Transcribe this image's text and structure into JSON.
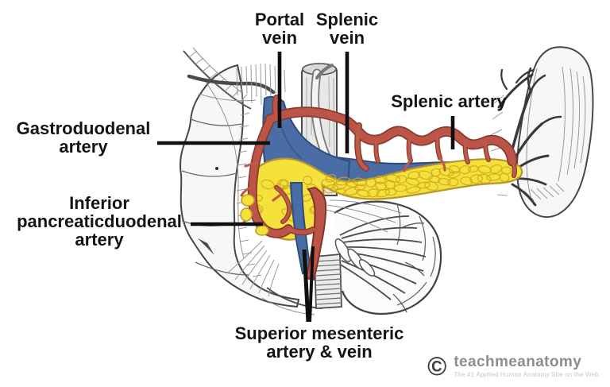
{
  "figure_labels": {
    "portal_vein": [
      "Portal",
      "vein"
    ],
    "splenic_vein": [
      "Splenic",
      "vein"
    ],
    "splenic_artery": [
      "Splenic artery"
    ],
    "gastroduodenal_artery": [
      "Gastroduodenal",
      "artery"
    ],
    "inferior_pancreaticoduodenal_artery": [
      "Inferior",
      "pancreaticduodenal",
      "artery"
    ],
    "superior_mesenteric_artery_vein": [
      "Superior mesenteric",
      "artery & vein"
    ]
  },
  "watermark": {
    "copyright_symbol": "©",
    "brand": "teachmeanatomy",
    "tagline": "The #1 Applied Human Anatomy Site on the Web."
  },
  "colors": {
    "artery_red": "#bc5547",
    "vein_blue": "#4a6da6",
    "pancreas_yellow": "#f4e13b",
    "label_text": "#141414",
    "leader_line": "#0f0f0f",
    "watermark_gray": "#8d8d8d"
  }
}
